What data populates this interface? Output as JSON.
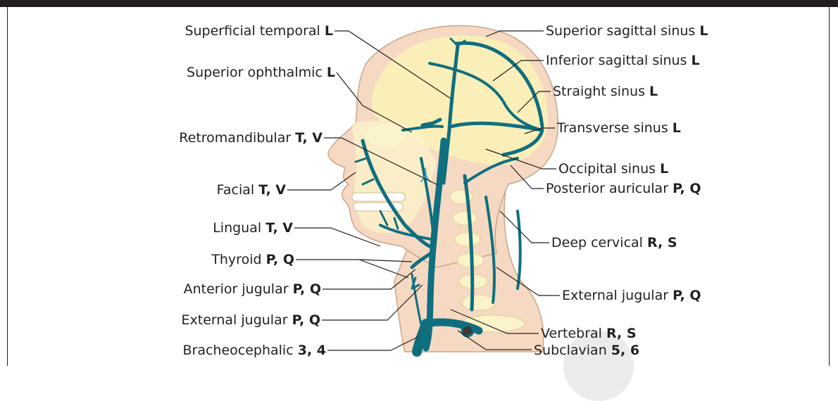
{
  "colors": {
    "vein": "#0f6f7f",
    "skin": "#f6d9c2",
    "skin_outline": "#c9a58a",
    "brain": "#faefb8",
    "bone": "#fbf3c9",
    "frame": "#231f20",
    "label_text": "#231f20"
  },
  "labels_left": [
    {
      "name": "Superficial temporal",
      "code": "L"
    },
    {
      "name": "Superior ophthalmic",
      "code": "L"
    },
    {
      "name": "Retromandibular",
      "code": "T, V"
    },
    {
      "name": "Facial",
      "code": "T, V"
    },
    {
      "name": "Lingual",
      "code": "T, V"
    },
    {
      "name": "Thyroid",
      "code": "P, Q"
    },
    {
      "name": "Anterior jugular",
      "code": "P, Q"
    },
    {
      "name": "External jugular",
      "code": "P, Q"
    },
    {
      "name": "Bracheocephalic",
      "code": "3, 4"
    }
  ],
  "labels_right": [
    {
      "name": "Superior sagittal sinus",
      "code": "L"
    },
    {
      "name": "Inferior sagittal sinus",
      "code": "L"
    },
    {
      "name": "Straight sinus",
      "code": "L"
    },
    {
      "name": "Transverse sinus",
      "code": "L"
    },
    {
      "name": "Occipital sinus",
      "code": "L"
    },
    {
      "name": "Posterior auricular",
      "code": "P, Q"
    },
    {
      "name": "Deep cervical",
      "code": "R, S"
    },
    {
      "name": "External jugular",
      "code": "P, Q"
    },
    {
      "name": "Vertebral",
      "code": "R, S"
    },
    {
      "name": "Subclavian",
      "code": "5, 6"
    }
  ]
}
